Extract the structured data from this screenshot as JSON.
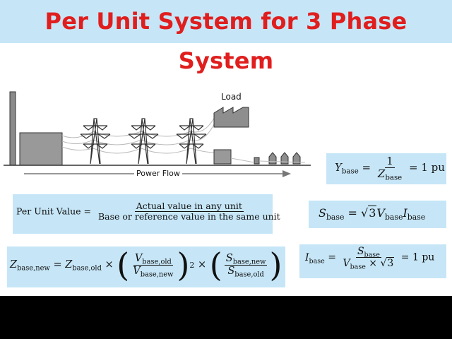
{
  "title": "Per Unit System for 3 Phase System",
  "diagram": {
    "load_label": "Load",
    "flow_label": "Power Flow"
  },
  "formulas": {
    "per_unit": {
      "lhs": "Per Unit Value",
      "numerator": "Actual value in any unit",
      "denominator": "Base or reference value in the same unit"
    },
    "ybase": {
      "one": "1",
      "pu": "= 1 pu"
    },
    "ibase": {
      "pu": "= 1 pu"
    }
  },
  "colors": {
    "title": "#e01e1e",
    "box": "#c6e6f7",
    "band": "#c6e6f7"
  }
}
